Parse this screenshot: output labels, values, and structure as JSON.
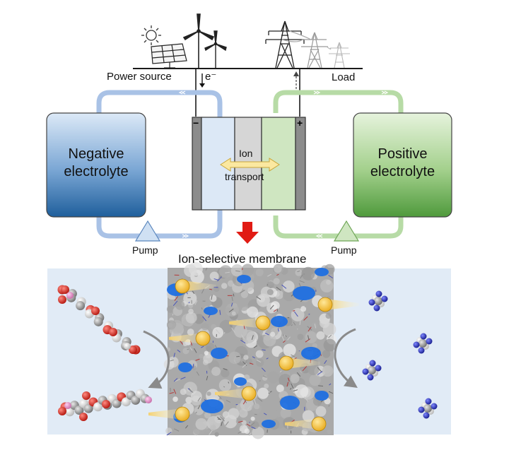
{
  "top": {
    "power_source": "Power source",
    "electron": "e⁻",
    "load": "Load",
    "minus": "−",
    "plus": "+"
  },
  "tanks": {
    "negative": [
      "Negative",
      "electrolyte"
    ],
    "positive": [
      "Positive",
      "electrolyte"
    ]
  },
  "cell": {
    "ion_transport": [
      "Ion",
      "transport"
    ]
  },
  "pumps": {
    "left": "Pump",
    "right": "Pump"
  },
  "membrane": {
    "title": "Ion-selective membrane"
  },
  "colors": {
    "negative_fill": "#2f72ad",
    "positive_fill": "#5ea649",
    "left_loop": "#a9c2e6",
    "right_loop": "#b7dba6",
    "arrow_red": "#e11b14",
    "panel_bg": "#e1ebf6",
    "ion_yellow": "#f4c542",
    "atom_red": "#d9261c",
    "atom_blue": "#2632b8"
  },
  "icons": [
    "sun-icon",
    "solar-panel-icon",
    "wind-turbine-icon",
    "power-pylon-icon",
    "pump-icon",
    "down-arrow-icon"
  ]
}
